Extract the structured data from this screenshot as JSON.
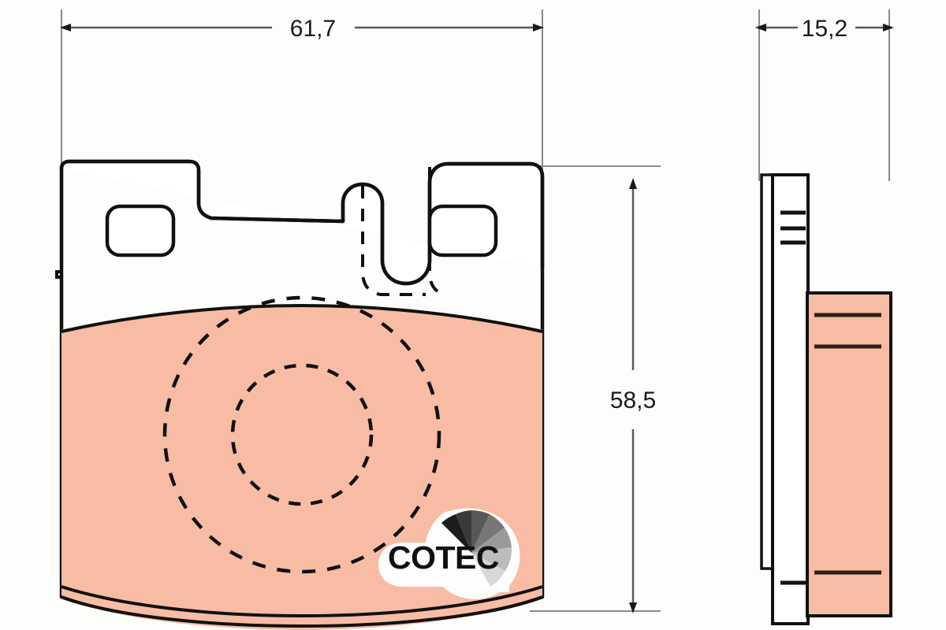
{
  "drawing": {
    "title": "Brake pad technical drawing",
    "part_type": "disc-brake-pad",
    "units": "mm",
    "decimal_separator": ","
  },
  "dimensions": {
    "width": {
      "label": "61,7",
      "name": "overall-width",
      "orientation": "horizontal",
      "view": "front"
    },
    "height": {
      "label": "58,5",
      "name": "overall-height",
      "orientation": "vertical",
      "view": "front"
    },
    "thickness": {
      "label": "15,2",
      "name": "overall-thickness",
      "orientation": "horizontal",
      "view": "side"
    }
  },
  "branding": {
    "logo_text": "COTEC",
    "logo_name": "cotec-logo"
  },
  "colors": {
    "friction_material": "#F8BCA4",
    "outline": "#111111",
    "dimension_line": "#6e6e6e",
    "background": "#fdfdfb",
    "fan_segments": [
      "#1c1c1c",
      "#3f3f3f",
      "#5e5e5e",
      "#7d7d7d",
      "#9e9e9e",
      "#bdbdbd",
      "#d9d9d9"
    ]
  },
  "views": {
    "front": {
      "name": "front-view",
      "description": "Front face of brake pad with backing plate, two mounting holes, central slot and dashed wear-indicator circles"
    },
    "side": {
      "name": "side-view",
      "description": "Side profile showing backing plate and friction block thickness"
    }
  }
}
